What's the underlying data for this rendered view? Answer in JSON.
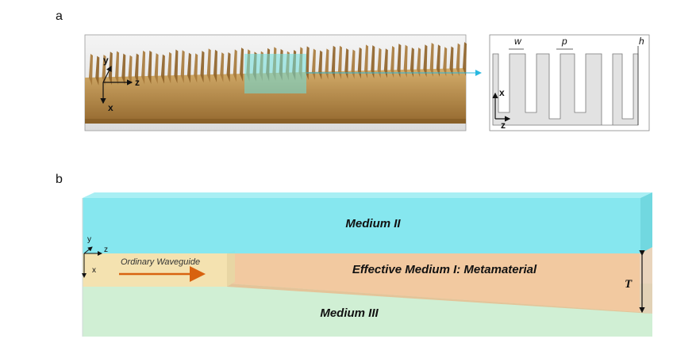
{
  "panel_a": {
    "label": "a",
    "photo_axes": {
      "y": "y",
      "z": "z",
      "x": "x"
    },
    "cross_section": {
      "axes": {
        "x": "x",
        "z": "z"
      },
      "dims": {
        "w": "w",
        "p": "p",
        "h": "h"
      }
    }
  },
  "panel_b": {
    "label": "b",
    "medium_2": "Medium II",
    "medium_1": "Effective Medium I: Metamaterial",
    "medium_3": "Medium III",
    "waveguide_label": "Ordinary Waveguide",
    "thickness_label": "T",
    "axes": {
      "y": "y",
      "z": "z",
      "x": "x"
    }
  },
  "colors": {
    "medium_2": "#7fe6ee",
    "medium_1": "#f2c9a0",
    "medium_3": "#c8eccc",
    "waveguide": "#f4e2b0",
    "arrow": "#d8620f",
    "wood": "#b98a45"
  }
}
